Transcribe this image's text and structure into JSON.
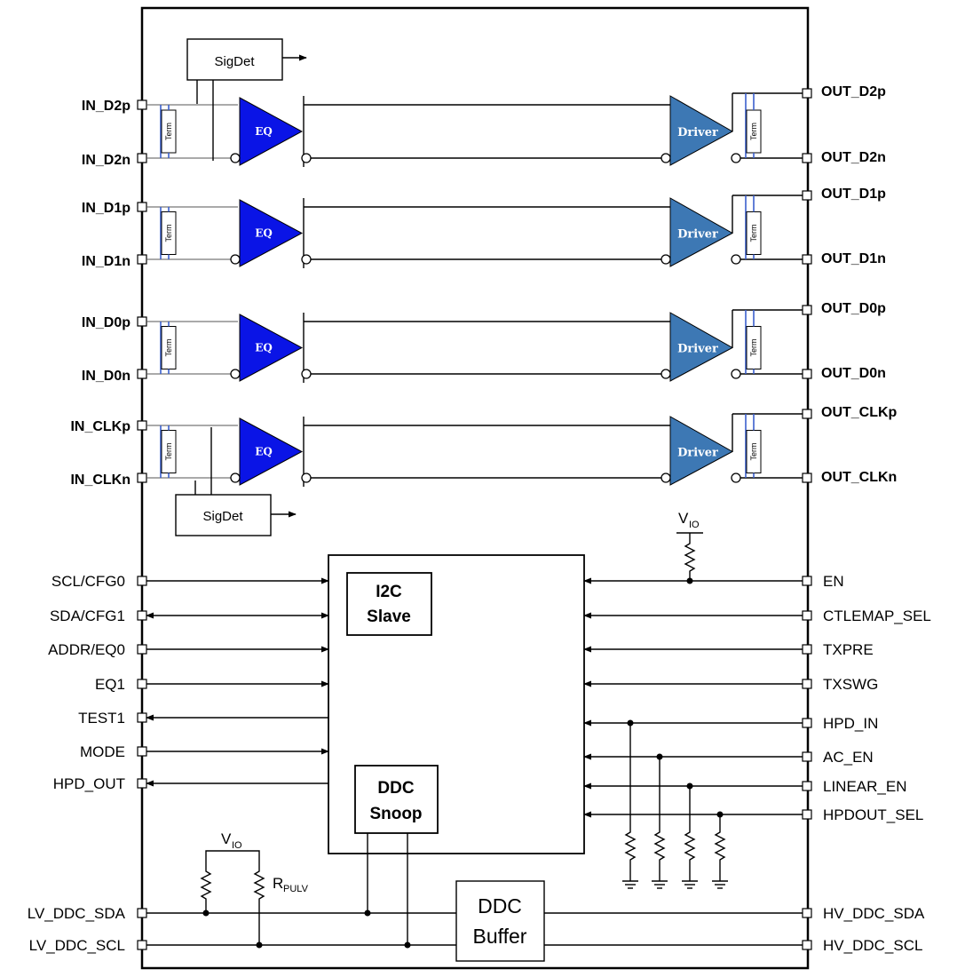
{
  "colors": {
    "eq_fill": "#0a14e6",
    "driver_fill": "#3d78b4",
    "outline": "#000000",
    "term_wire": "#3a5fcd"
  },
  "lanes": [
    {
      "in_p": "IN_D2p",
      "in_n": "IN_D2n",
      "out_p": "OUT_D2p",
      "out_n": "OUT_D2n"
    },
    {
      "in_p": "IN_D1p",
      "in_n": "IN_D1n",
      "out_p": "OUT_D1p",
      "out_n": "OUT_D1n"
    },
    {
      "in_p": "IN_D0p",
      "in_n": "IN_D0n",
      "out_p": "OUT_D0p",
      "out_n": "OUT_D0n"
    },
    {
      "in_p": "IN_CLKp",
      "in_n": "IN_CLKn",
      "out_p": "OUT_CLKp",
      "out_n": "OUT_CLKn"
    }
  ],
  "blocks": {
    "eq": "EQ",
    "driver": "Driver",
    "term": "Term",
    "sigdet": "SigDet",
    "i2c_line1": "I2C",
    "i2c_line2": "Slave",
    "snoop_line1": "DDC",
    "snoop_line2": "Snoop",
    "buffer_line1": "DDC",
    "buffer_line2": "Buffer"
  },
  "supply": {
    "v": "V",
    "io": "IO"
  },
  "resistor": {
    "r": "R",
    "sub": "PULV"
  },
  "left_pins": [
    "SCL/CFG0",
    "SDA/CFG1",
    "ADDR/EQ0",
    "EQ1",
    "TEST1",
    "MODE",
    "HPD_OUT"
  ],
  "right_pins": [
    "EN",
    "CTLEMAP_SEL",
    "TXPRE",
    "TXSWG",
    "HPD_IN",
    "AC_EN",
    "LINEAR_EN",
    "HPDOUT_SEL"
  ],
  "ddc_pins": {
    "lv_sda": "LV_DDC_SDA",
    "lv_scl": "LV_DDC_SCL",
    "hv_sda": "HV_DDC_SDA",
    "hv_scl": "HV_DDC_SCL"
  }
}
